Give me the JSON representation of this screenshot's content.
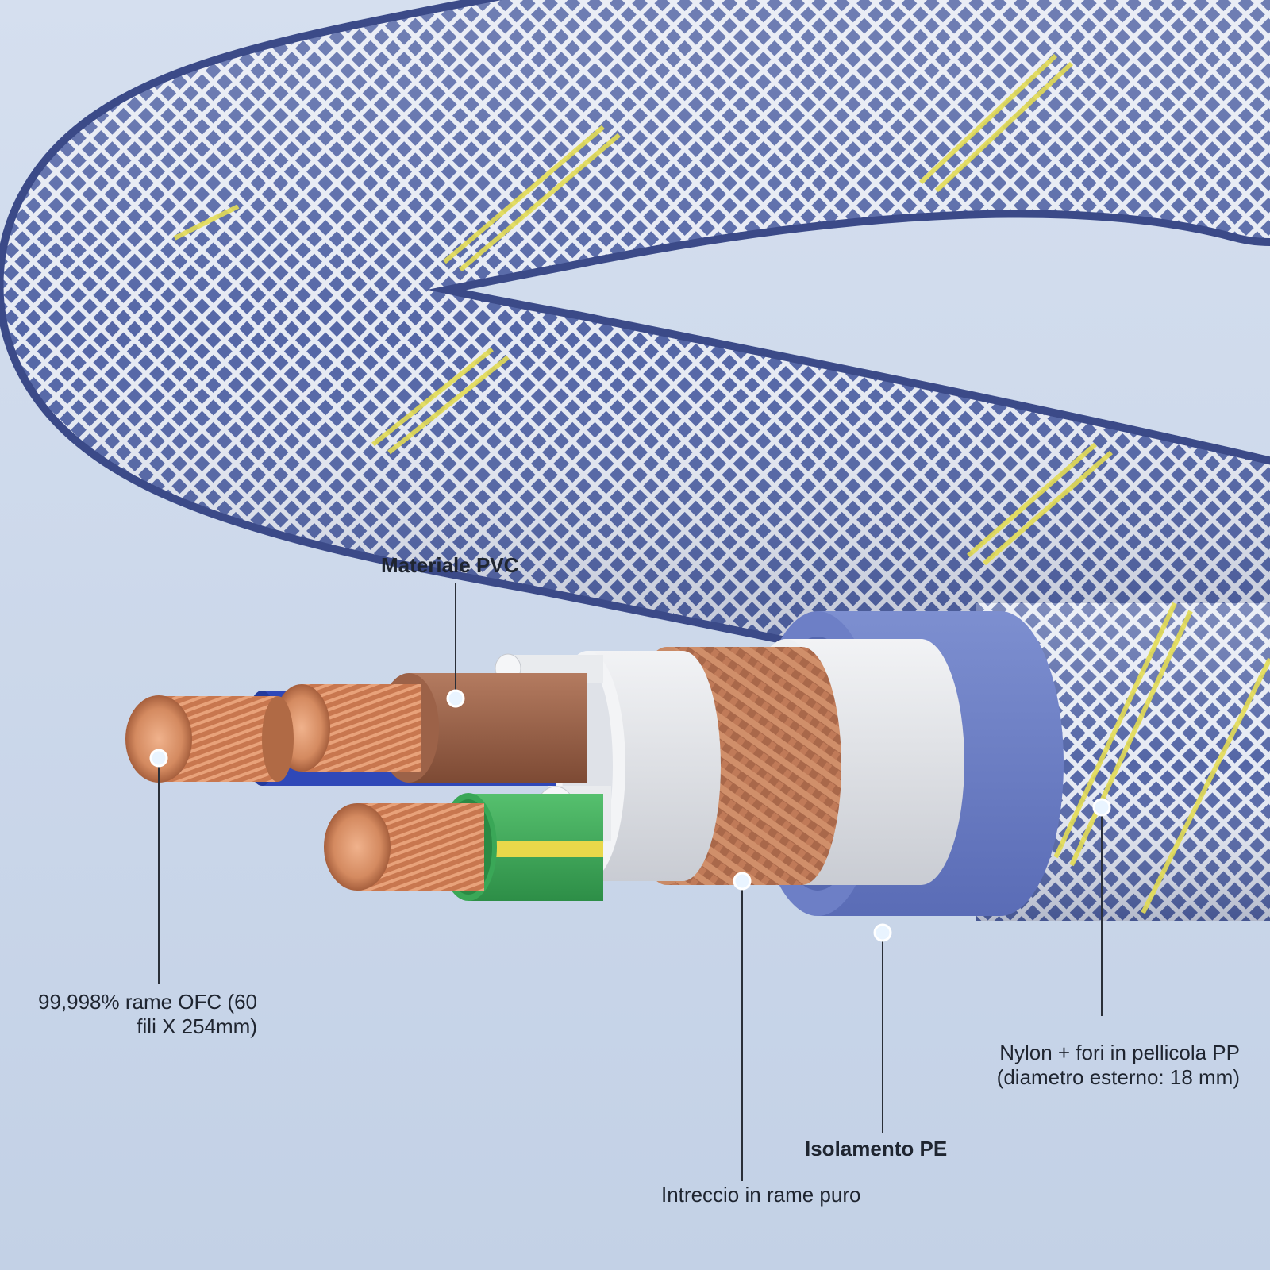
{
  "labels": {
    "pvc": "Materiale PVC",
    "copper_line1": "99,998% rame OFC (60",
    "copper_line2": "fili X 254mm)",
    "nylon_line1": "Nylon + fori in pellicola PP",
    "nylon_line2": "(diametro esterno: 18 mm)",
    "pe": "Isolamento PE",
    "braid": "Intreccio in rame puro"
  },
  "colors": {
    "background": "#c9d6e8",
    "jacket": "#5b6ba8",
    "jacket_mesh": "#e8ecf4",
    "jacket_stripe": "#e3dc55",
    "pe_ring": "#6f80c4",
    "foil": "#e4e6ea",
    "copper": "#c97a55",
    "brown_insulation": "#9a5f45",
    "blue_insulation": "#2f48b8",
    "green_insulation": "#3fae5a",
    "yellow_stripe": "#e9d84a",
    "leader": "#2a2f38",
    "marker": "#e9f4ff"
  }
}
